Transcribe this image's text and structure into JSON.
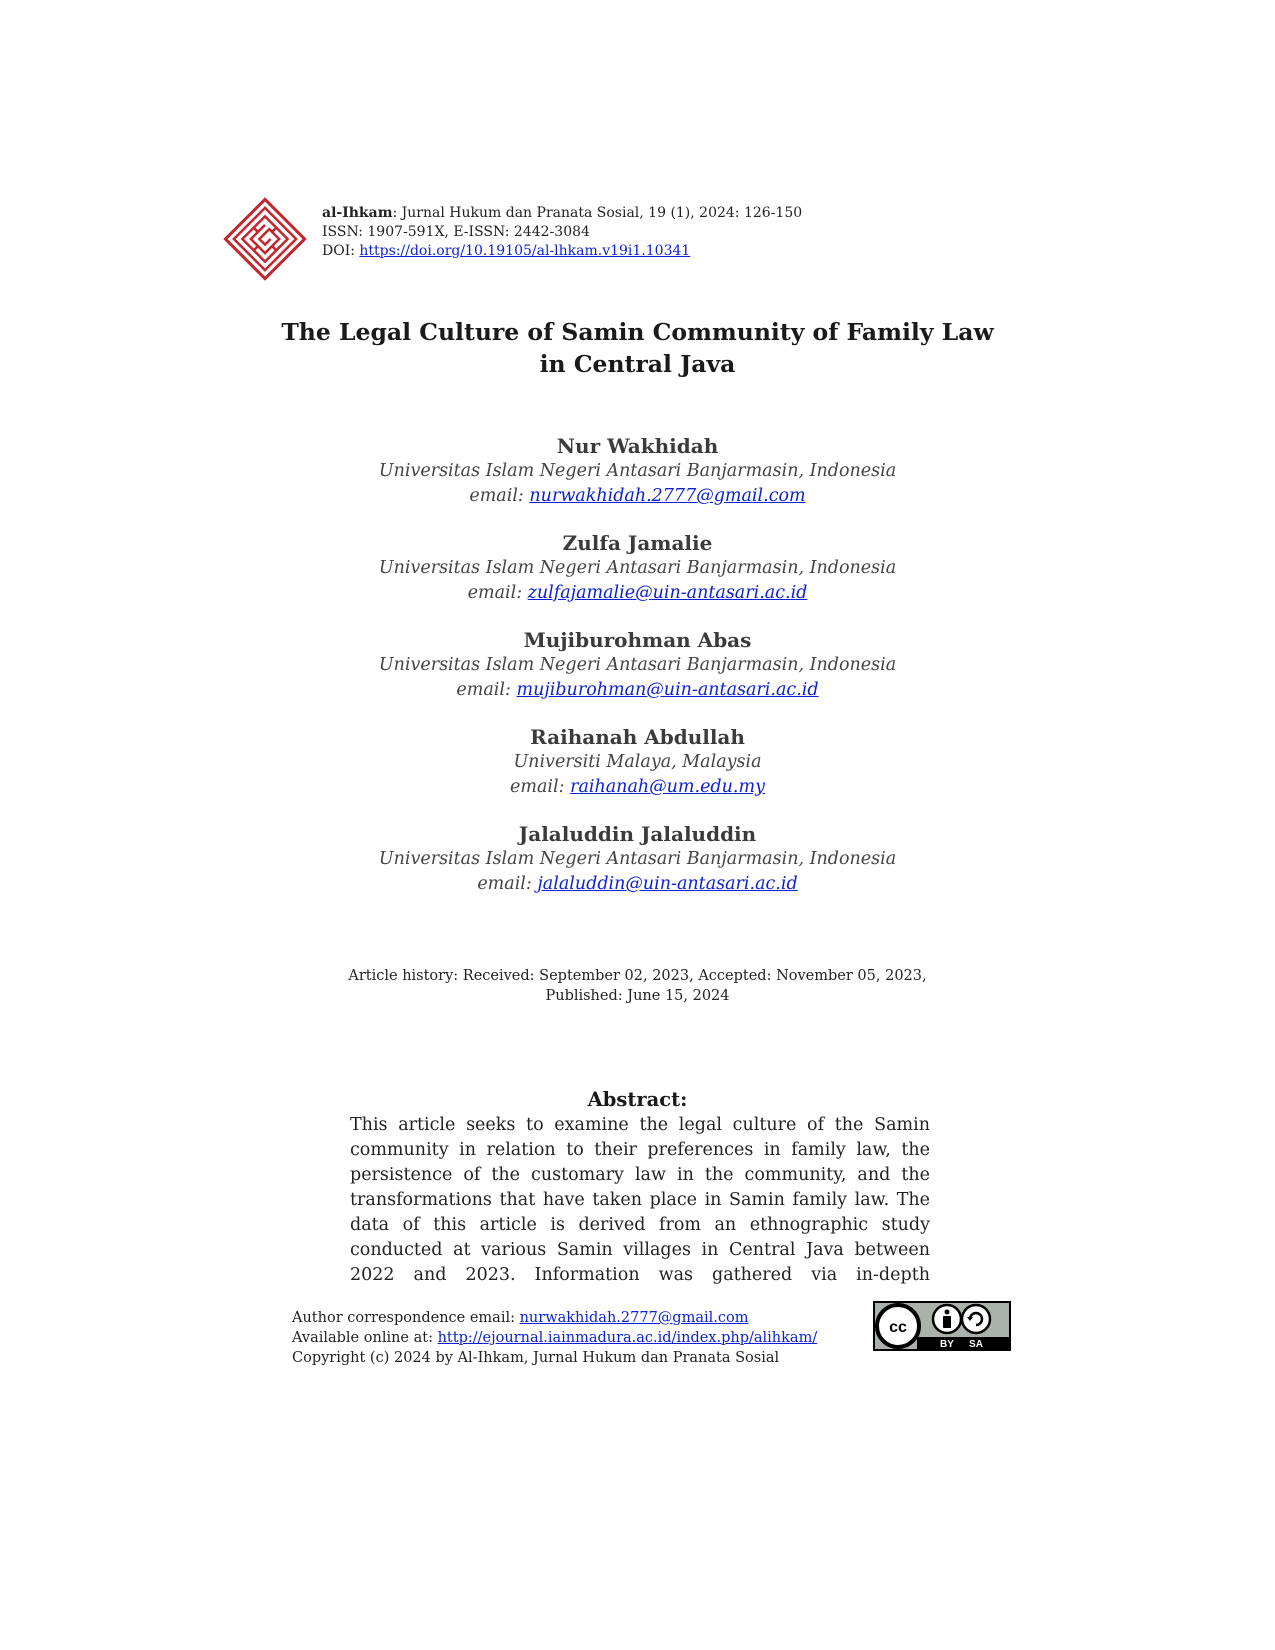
{
  "header": {
    "journal_name": "al-Ihkam",
    "journal_details": ": Jurnal Hukum dan Pranata Sosial, 19 (1), 2024: 126-150",
    "issn": "ISSN: 1907-591X, E-ISSN: 2442-3084",
    "doi_label": "DOI: ",
    "doi_link": "https://doi.org/10.19105/al-lhkam.v19i1.10341"
  },
  "title": {
    "line1": "The Legal Culture of Samin Community of Family Law",
    "line2": "in Central Java"
  },
  "authors": [
    {
      "name": "Nur Wakhidah",
      "affiliation": "Universitas Islam Negeri Antasari Banjarmasin, Indonesia",
      "email_label": "email: ",
      "email": "nurwakhidah.2777@gmail.com"
    },
    {
      "name": "Zulfa Jamalie",
      "affiliation": "Universitas Islam Negeri Antasari Banjarmasin, Indonesia",
      "email_label": "email: ",
      "email": "zulfajamalie@uin-antasari.ac.id"
    },
    {
      "name": "Mujiburohman Abas",
      "affiliation": "Universitas Islam Negeri Antasari Banjarmasin, Indonesia",
      "email_label": "email: ",
      "email": "mujiburohman@uin-antasari.ac.id"
    },
    {
      "name": "Raihanah Abdullah",
      "affiliation": "Universiti Malaya, Malaysia",
      "email_label": "email: ",
      "email": "raihanah@um.edu.my"
    },
    {
      "name": "Jalaluddin Jalaluddin",
      "affiliation": "Universitas Islam Negeri Antasari Banjarmasin, Indonesia",
      "email_label": "email: ",
      "email": "jalaluddin@uin-antasari.ac.id"
    }
  ],
  "history": {
    "line1": "Article history: Received: September 02, 2023, Accepted: November 05, 2023,",
    "line2": "Published: June 15, 2024"
  },
  "abstract": {
    "heading": "Abstract:",
    "text": "This article seeks to examine the legal culture of the Samin community in relation to their preferences in family law, the persistence of the customary law in the community, and the transformations that have taken place in Samin family law. The data of this article is derived from an ethnographic study conducted at various Samin villages in Central Java between 2022 and 2023. Information was gathered via in-depth"
  },
  "footer": {
    "correspondence_label": "Author correspondence email: ",
    "correspondence_email": "nurwakhidah.2777@gmail.com",
    "available_label": "Available online at: ",
    "available_url": "http://ejournal.iainmadura.ac.id/index.php/alihkam/",
    "copyright": "Copyright (c) 2024 by Al-Ihkam, Jurnal Hukum dan Pranata Sosial",
    "license_by": "BY",
    "license_sa": "SA"
  },
  "colors": {
    "logo_red": "#c4262e",
    "link_blue": "#0b1fd6"
  }
}
